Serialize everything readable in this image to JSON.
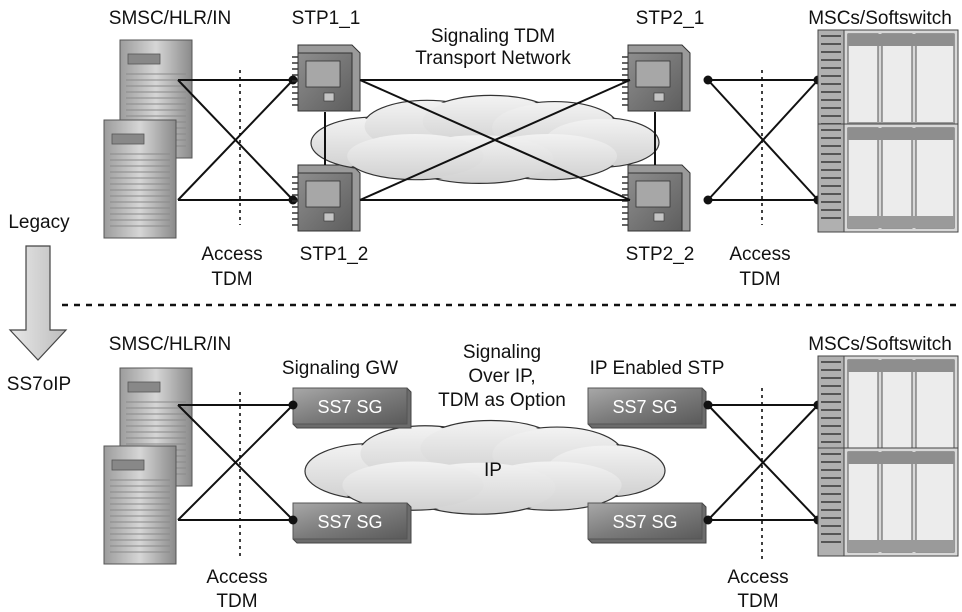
{
  "legacy": {
    "left_group_label": "SMSC/HLR/IN",
    "stp1_1": "STP1_1",
    "stp1_2": "STP1_2",
    "stp2_1": "STP2_1",
    "stp2_2": "STP2_2",
    "cloud_line1": "Signaling TDM",
    "cloud_line2": "Transport Network",
    "right_group_label": "MSCs/Softswitch",
    "access_left_line1": "Access",
    "access_left_line2": "TDM",
    "access_right_line1": "Access",
    "access_right_line2": "TDM"
  },
  "migration": {
    "from_label": "Legacy",
    "to_label": "SS7oIP"
  },
  "ss7oip": {
    "left_group_label": "SMSC/HLR/IN",
    "signaling_gw_label": "Signaling GW",
    "ip_stp_label": "IP Enabled STP",
    "sg_box_label": "SS7 SG",
    "center_line1": "Signaling",
    "center_line2": "Over IP,",
    "center_line3": "TDM as Option",
    "cloud_label": "IP",
    "right_group_label": "MSCs/Softswitch",
    "access_left_line1": "Access",
    "access_left_line2": "TDM",
    "access_right_line1": "Access",
    "access_right_line2": "TDM"
  },
  "colors": {
    "line": "#111111",
    "server_light": "#d9d9d9",
    "server_dark": "#7a7a7a",
    "sg_box": "#8c8c8c",
    "cloud": "#e6e6e6"
  }
}
